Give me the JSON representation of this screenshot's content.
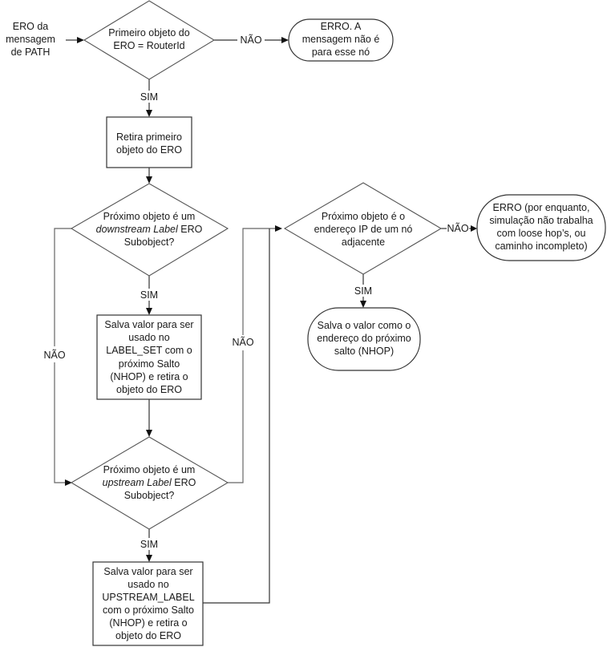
{
  "diagram": {
    "type": "flowchart",
    "language": "pt-BR",
    "start": {
      "lines": [
        "ERO da",
        "mensagem",
        "de PATH"
      ]
    },
    "nodes": {
      "d1": {
        "kind": "decision",
        "lines": [
          "Primeiro objeto do",
          "ERO = RouterId"
        ]
      },
      "err1": {
        "kind": "terminator",
        "lines": [
          "ERRO. A",
          "mensagem não é",
          "para esse nó"
        ]
      },
      "p1": {
        "kind": "process",
        "lines": [
          "Retira primeiro",
          "objeto do ERO"
        ]
      },
      "d2": {
        "kind": "decision",
        "line1": "Próximo objeto é um",
        "line2_italic": "downstream Label",
        "line2_rest": " ERO",
        "line3": "Subobject?"
      },
      "p2": {
        "kind": "process",
        "lines": [
          "Salva valor para ser",
          "usado no",
          "LABEL_SET com o",
          "próximo Salto",
          "(NHOP)  e retira o",
          "objeto do ERO"
        ]
      },
      "d3": {
        "kind": "decision",
        "line1": "Próximo objeto é um",
        "line2_italic": "upstream Label",
        "line2_rest": " ERO",
        "line3": "Subobject?"
      },
      "p3": {
        "kind": "process",
        "lines": [
          "Salva valor para ser",
          "usado no",
          "UPSTREAM_LABEL",
          "com o próximo Salto",
          "(NHOP) e retira o",
          "objeto do ERO"
        ]
      },
      "d4": {
        "kind": "decision",
        "lines": [
          "Próximo objeto é o",
          "endereço IP de um nó",
          "adjacente"
        ]
      },
      "err2": {
        "kind": "terminator",
        "lines": [
          "ERRO (por enquanto,",
          "simulação não trabalha",
          "com loose hop’s, ou",
          "caminho incompleto)"
        ]
      },
      "t_save": {
        "kind": "terminator",
        "lines": [
          "Salva o valor como o",
          "endereço do próximo",
          "salto (NHOP)"
        ]
      }
    },
    "edges": [
      {
        "from": "start",
        "to": "d1",
        "label": ""
      },
      {
        "from": "d1",
        "to": "err1",
        "label": "NÃO"
      },
      {
        "from": "d1",
        "to": "p1",
        "label": "SIM"
      },
      {
        "from": "p1",
        "to": "d2",
        "label": ""
      },
      {
        "from": "d2",
        "to": "p2",
        "label": "SIM"
      },
      {
        "from": "d2",
        "to": "d3",
        "label": "NÃO"
      },
      {
        "from": "p2",
        "to": "d3",
        "label": ""
      },
      {
        "from": "d3",
        "to": "p3",
        "label": "SIM"
      },
      {
        "from": "d3",
        "to": "d4",
        "label": "NÃO"
      },
      {
        "from": "p3",
        "to": "d4",
        "label": ""
      },
      {
        "from": "d4",
        "to": "err2",
        "label": "NÃO"
      },
      {
        "from": "d4",
        "to": "t_save",
        "label": "SIM"
      }
    ],
    "labels": {
      "yes": "SIM",
      "no": "NÃO"
    }
  }
}
